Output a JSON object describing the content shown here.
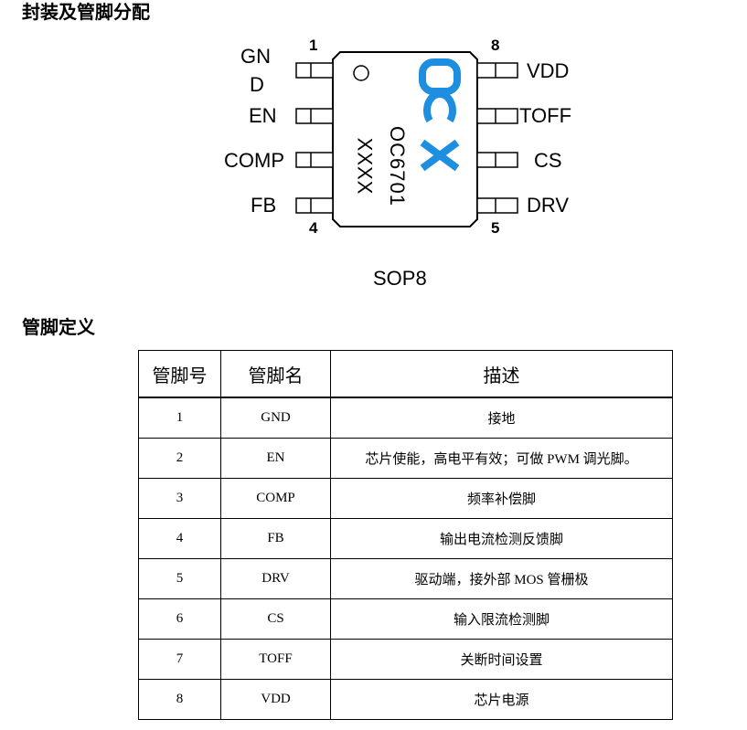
{
  "headings": {
    "package": "封装及管脚分配",
    "definition": "管脚定义"
  },
  "diagram": {
    "left_pins": [
      {
        "num": "1",
        "label_line1": "GN",
        "label_line2": "D"
      },
      {
        "label": "EN"
      },
      {
        "label": "COMP"
      },
      {
        "num": "4",
        "label": "FB"
      }
    ],
    "right_pins": [
      {
        "num": "8",
        "label": "VDD"
      },
      {
        "label": "TOFF"
      },
      {
        "label": "CS"
      },
      {
        "num": "5",
        "label": "DRV"
      }
    ],
    "chip_part": "OC6701",
    "chip_code": "XXXX",
    "logo_text": "OCX",
    "logo_color": "#1e8fe0",
    "package_name": "SOP8"
  },
  "table": {
    "headers": [
      "管脚号",
      "管脚名",
      "描述"
    ],
    "rows": [
      {
        "num": "1",
        "name": "GND",
        "desc": "接地"
      },
      {
        "num": "2",
        "name": "EN",
        "desc": "芯片使能，高电平有效；可做 PWM 调光脚。"
      },
      {
        "num": "3",
        "name": "COMP",
        "desc": "频率补偿脚"
      },
      {
        "num": "4",
        "name": "FB",
        "desc": "输出电流检测反馈脚"
      },
      {
        "num": "5",
        "name": "DRV",
        "desc": "驱动端，接外部 MOS 管栅极"
      },
      {
        "num": "6",
        "name": "CS",
        "desc": "输入限流检测脚"
      },
      {
        "num": "7",
        "name": "TOFF",
        "desc": "关断时间设置"
      },
      {
        "num": "8",
        "name": "VDD",
        "desc": "芯片电源"
      }
    ]
  }
}
